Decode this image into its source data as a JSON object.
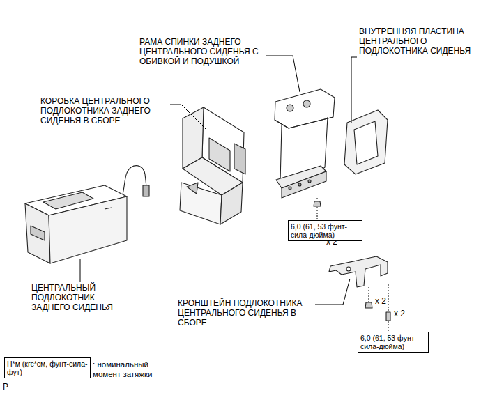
{
  "diagram": {
    "nodes": [
      {
        "text": [
          "6,0 (61, 53 фунт-сила-дюйма)"
        ]
      },
      {
        "text": [
          "6,0 (61, 53 фунт-сила-дюйма)"
        ]
      },
      {
        "text": [
          "Н*м (кгс*см, фунт-сила-фут)",
          ": номинальный момент затяжки"
        ]
      }
    ],
    "labels": [
      "РАМА СПИНКИ ЗАДНЕГО ЦЕНТРАЛЬНОГО СИДЕНЬЯ С ОБИВКОЙ И ПОДУШКОЙ",
      "ВНУТРЕННЯЯ ПЛАСТИНА ЦЕНТРАЛЬНОГО ПОДЛОКОТНИКА СИДЕНЬЯ",
      "КОРОБКА ЦЕНТРАЛЬНОГО ПОДЛОКОТНИКА ЗАДНЕГО СИДЕНЬЯ В СБОРЕ",
      "ЦЕНТРАЛЬНЫЙ ПОДЛОКОТНИК ЗАДНЕГО СИДЕНЬЯ",
      "КРОНШТЕЙН ПОДЛОКОТНИКА ЦЕНТРАЛЬНОГО СИДЕНЬЯ В СБОРЕ",
      "x 2",
      "x 2",
      "x 2",
      "P"
    ]
  }
}
